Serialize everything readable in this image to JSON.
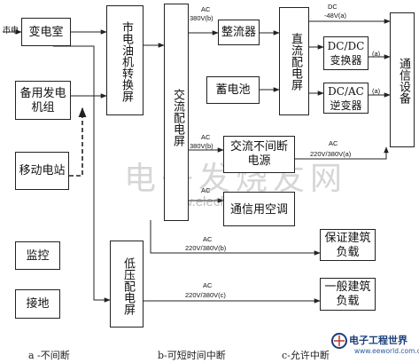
{
  "nodes": {
    "mains": "市电",
    "substation": "变电室",
    "backup_generator": "备用发电机组",
    "mobile_power": "移动电站",
    "monitoring": "监控",
    "grounding": "接地",
    "transfer_panel": "市电油机转换屏",
    "ac_panel": "交流配电屏",
    "low_voltage_panel": "低压配电屏",
    "rectifier": "整流器",
    "battery": "蓄电池",
    "dc_panel": "直流配电屏",
    "dcdc": "DC/DC变换器",
    "dcac": "DC/AC逆变器",
    "telecom": "通信设备",
    "ups": "交流不间断电源",
    "aircon": "通信用空调",
    "guaranteed_load": "保证建筑负载",
    "general_load": "一般建筑负载"
  },
  "edge_labels": {
    "ac380_b_top": "AC",
    "ac380_b_bottom": "380V(b)",
    "dc48_top": "DC",
    "dc48_bottom": "-48V(a)",
    "a_upper": "(a)",
    "a_lower": "(a)",
    "ac380_ups_top": "AC",
    "ac380_ups_bottom": "380V(b)",
    "ac_ups_out_top": "AC",
    "ac_ups_out_bottom": "220V/380V(a)",
    "ac_aircon": "AC",
    "ac_guaranteed_top": "AC",
    "ac_guaranteed_bottom": "220V/380V(b)",
    "ac_general_top": "AC",
    "ac_general_bottom": "220V/380V(c)"
  },
  "legend": {
    "a": "a -不间断",
    "b": "b-可短时间中断",
    "c": "c-允许中断"
  },
  "watermark": {
    "cn": "电子发烧友网",
    "url": "www.elecfans.com"
  },
  "logo": {
    "title": "电子工程世界",
    "url": "www.eeworld.com.cn"
  },
  "colors": {
    "line": "#222222",
    "watermark": "#8a8a8a",
    "logo_blue": "#1b3f7a"
  }
}
